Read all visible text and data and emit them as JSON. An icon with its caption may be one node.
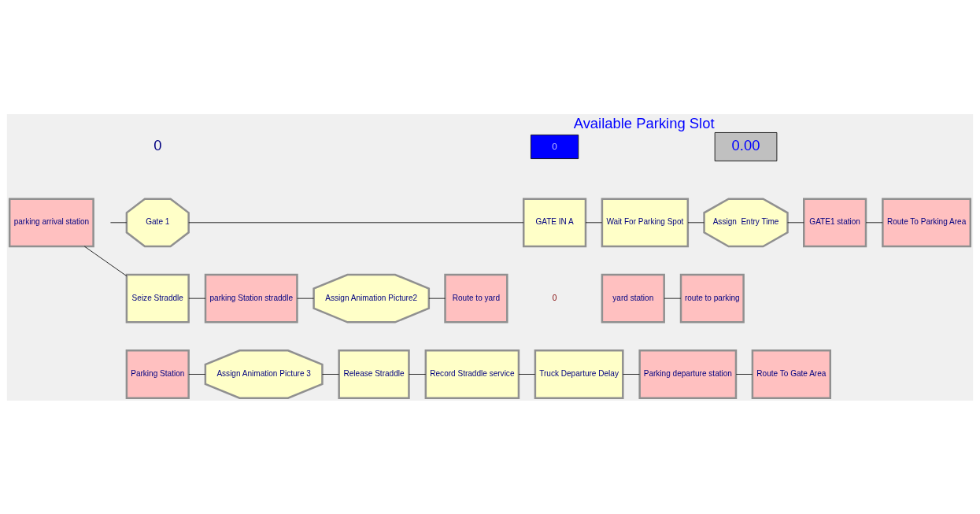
{
  "diagram": {
    "nodes": [
      {
        "text": [
          "Gate 1"
        ]
      },
      {
        "text": [
          "GATE IN A"
        ]
      },
      {
        "text": [
          "Wait For Parking Spot"
        ]
      },
      {
        "text": [
          "Assign  Entry Time"
        ]
      },
      {
        "text": [
          "GATE1 station"
        ]
      },
      {
        "text": [
          "Route To Parking Area"
        ]
      },
      {
        "text": [
          "parking arrival station"
        ]
      },
      {
        "text": [
          "Seize Straddle"
        ]
      },
      {
        "text": [
          "parking Station straddle"
        ]
      },
      {
        "text": [
          "Assign Animation Picture2"
        ]
      },
      {
        "text": [
          "Route to yard"
        ]
      },
      {
        "text": [
          "yard station"
        ]
      },
      {
        "text": [
          "route to parking"
        ]
      },
      {
        "text": [
          "Parking Station"
        ]
      },
      {
        "text": [
          "Assign Animation Picture 3"
        ]
      },
      {
        "text": [
          "Release Straddle"
        ]
      },
      {
        "text": [
          "Record Straddle service"
        ]
      },
      {
        "text": [
          "Truck Departure Delay"
        ]
      },
      {
        "text": [
          "Parking departure station"
        ]
      },
      {
        "text": [
          "Route To Gate Area"
        ]
      },
      {
        "text": [
          "0"
        ]
      },
      {
        "text": [
          "Available Parking Slot",
          "0.00"
        ]
      }
    ],
    "edges": [
      {
        "from": null,
        "to": 0,
        "arrow": "none"
      },
      {
        "from": 0,
        "to": 1,
        "arrow": "none"
      },
      {
        "from": 1,
        "to": 2,
        "arrow": "none"
      },
      {
        "from": 2,
        "to": 3,
        "arrow": "none"
      },
      {
        "from": 3,
        "to": 4,
        "arrow": "none"
      },
      {
        "from": 4,
        "to": 5,
        "arrow": "none"
      },
      {
        "from": 6,
        "to": 7,
        "arrow": "none"
      },
      {
        "from": 7,
        "to": 8,
        "arrow": "none"
      },
      {
        "from": 8,
        "to": 9,
        "arrow": "none"
      },
      {
        "from": 9,
        "to": 10,
        "arrow": "none"
      },
      {
        "from": 11,
        "to": 12,
        "arrow": "none"
      },
      {
        "from": 13,
        "to": 14,
        "arrow": "none"
      },
      {
        "from": 14,
        "to": 15,
        "arrow": "none"
      },
      {
        "from": 15,
        "to": 16,
        "arrow": "none"
      },
      {
        "from": 16,
        "to": 17,
        "arrow": "none"
      },
      {
        "from": 17,
        "to": 18,
        "arrow": "none"
      },
      {
        "from": 18,
        "to": 19,
        "arrow": "none"
      }
    ],
    "labels": [
      "0",
      "0"
    ]
  }
}
